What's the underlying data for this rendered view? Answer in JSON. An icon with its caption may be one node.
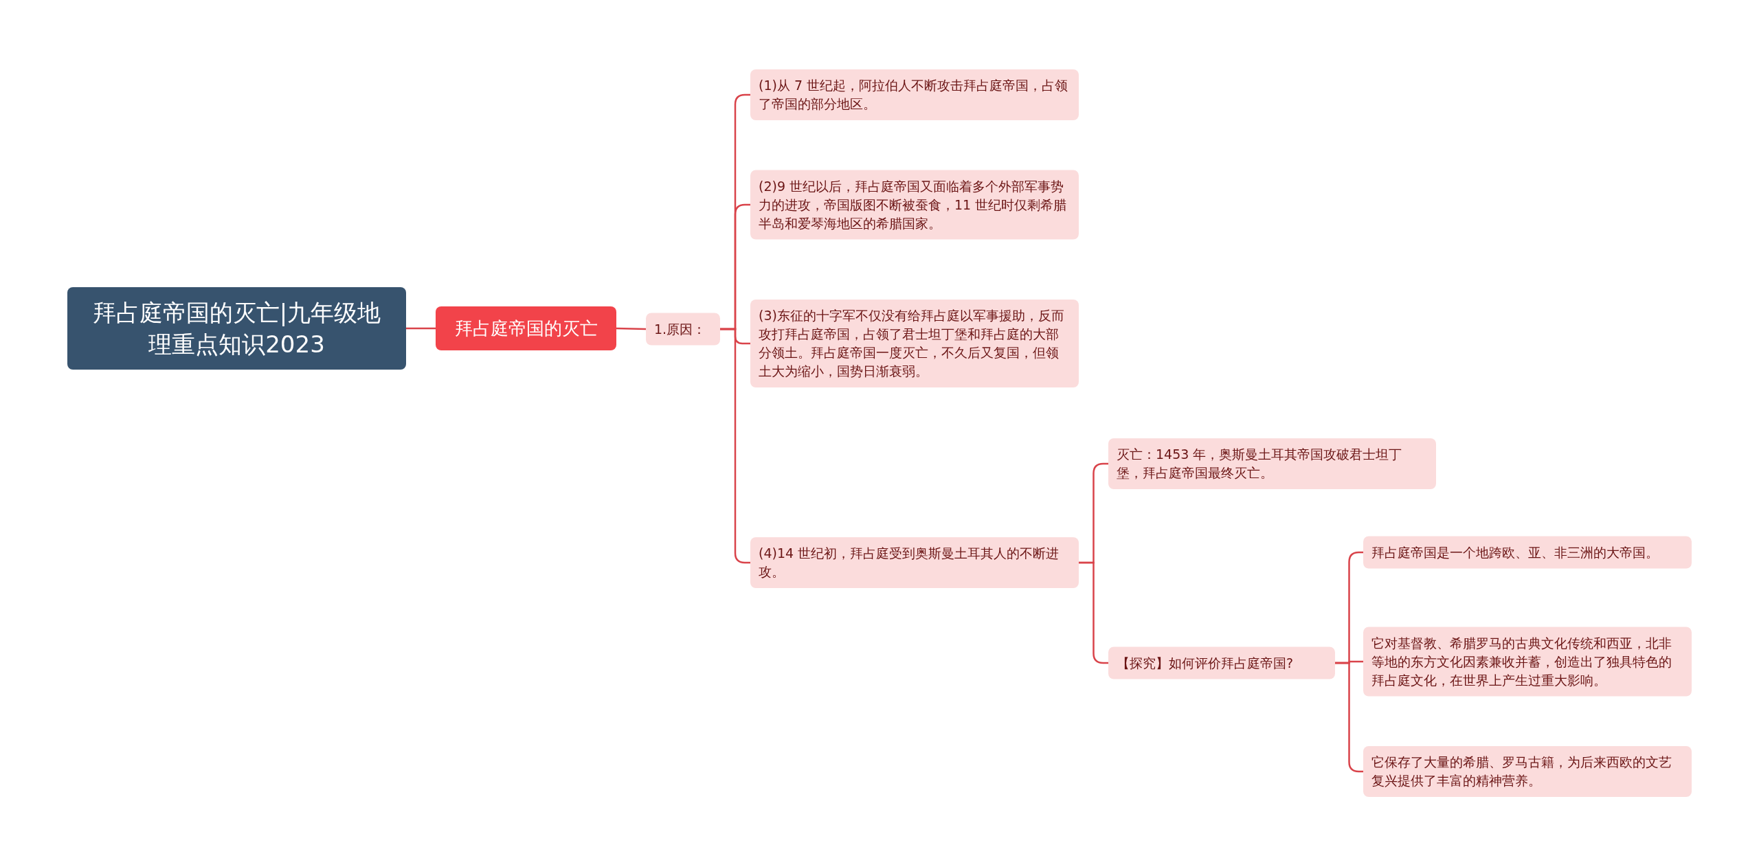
{
  "diagram": {
    "nodes": [
      {
        "text": [
          "拜占庭帝国的灭亡|九年级地理重点知识2023"
        ]
      },
      {
        "text": [
          "拜占庭帝国的灭亡"
        ]
      },
      {
        "text": [
          "1.原因："
        ]
      },
      {
        "text": [
          "(1)从 7 世纪起，阿拉伯人不断攻击拜占庭帝国，占领了帝国的部分地区。"
        ]
      },
      {
        "text": [
          "(2)9 世纪以后，拜占庭帝国又面临着多个外部军事势力的进攻，帝国版图不断被蚕食，11 世纪时仅剩希腊半岛和爱琴海地区的希腊国家。"
        ]
      },
      {
        "text": [
          "(3)东征的十字军不仅没有给拜占庭以军事援助，反而攻打拜占庭帝国，占领了君士坦丁堡和拜占庭的大部分领土。拜占庭帝国一度灭亡，不久后又复国，但领土大为缩小，国势日渐衰弱。"
        ]
      },
      {
        "text": [
          "(4)14 世纪初，拜占庭受到奥斯曼土耳其人的不断进攻。"
        ]
      },
      {
        "text": [
          "灭亡：1453 年，奥斯曼土耳其帝国攻破君士坦丁堡，拜占庭帝国最终灭亡。"
        ]
      },
      {
        "text": [
          "【探究】如何评价拜占庭帝国?"
        ]
      },
      {
        "text": [
          "拜占庭帝国是一个地跨欧、亚、非三洲的大帝国。"
        ]
      },
      {
        "text": [
          "它对基督教、希腊罗马的古典文化传统和西亚，北非等地的东方文化因素兼收并蓄，创造出了独具特色的拜占庭文化，在世界上产生过重大影响。"
        ]
      },
      {
        "text": [
          "它保存了大量的希腊、罗马古籍，为后来西欧的文艺复兴提供了丰富的精神营养。"
        ]
      }
    ],
    "edges": [
      {
        "from": 0,
        "to": 1,
        "arrow": "none"
      },
      {
        "from": 1,
        "to": 2,
        "arrow": "none"
      },
      {
        "from": 2,
        "to": 3,
        "arrow": "none"
      },
      {
        "from": 2,
        "to": 4,
        "arrow": "none"
      },
      {
        "from": 2,
        "to": 5,
        "arrow": "none"
      },
      {
        "from": 2,
        "to": 6,
        "arrow": "none"
      },
      {
        "from": 6,
        "to": 7,
        "arrow": "none"
      },
      {
        "from": 6,
        "to": 8,
        "arrow": "none"
      },
      {
        "from": 8,
        "to": 9,
        "arrow": "none"
      },
      {
        "from": 8,
        "to": 10,
        "arrow": "none"
      },
      {
        "from": 8,
        "to": 11,
        "arrow": "none"
      }
    ]
  }
}
